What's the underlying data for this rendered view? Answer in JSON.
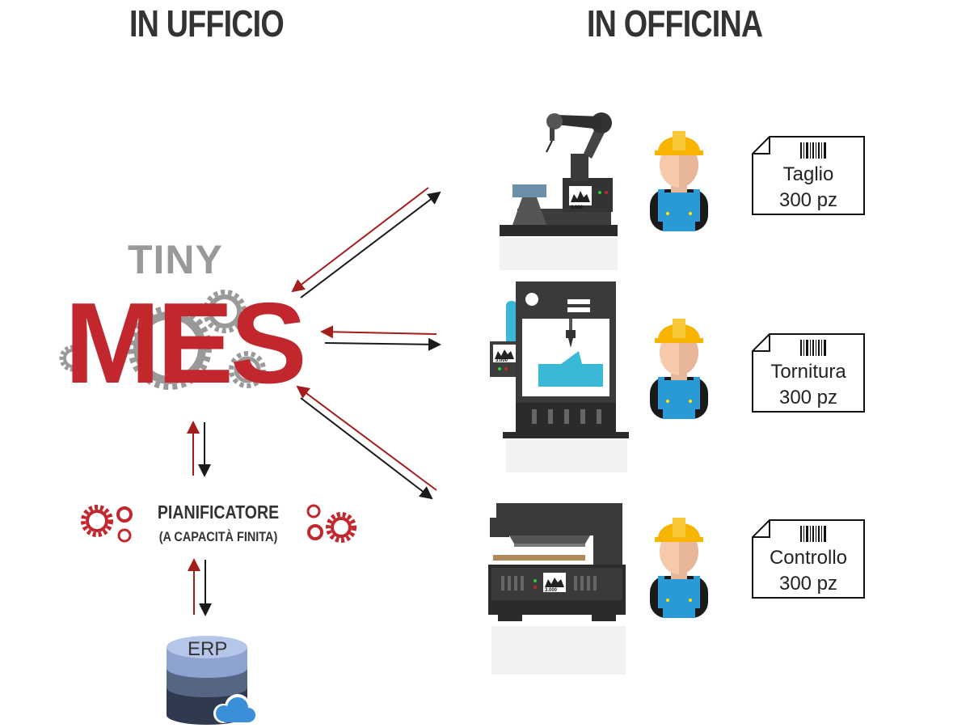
{
  "headings": {
    "office": "IN UFFICIO",
    "workshop": "IN OFFICINA"
  },
  "logo": {
    "tiny": "TINY",
    "mes": "MES"
  },
  "planner": {
    "title": "PIANIFICATORE",
    "subtitle": "(A CAPACITÀ FINITA)"
  },
  "erp": {
    "label": "ERP"
  },
  "stations": [
    {
      "machine": "robotic-arm",
      "screen_value": "3.000",
      "operation": "Taglio",
      "quantity": "300 pz"
    },
    {
      "machine": "3d-printer",
      "screen_value": "3.000",
      "operation": "Tornitura",
      "quantity": "300 pz"
    },
    {
      "machine": "press",
      "screen_value": "3.000",
      "operation": "Controllo",
      "quantity": "300 pz"
    }
  ],
  "colors": {
    "red": "#c1272d",
    "dark": "#333333",
    "cyan": "#3ab9d6",
    "helmet": "#f7b500",
    "overalls": "#2a9ad6",
    "gear": "#999999"
  }
}
